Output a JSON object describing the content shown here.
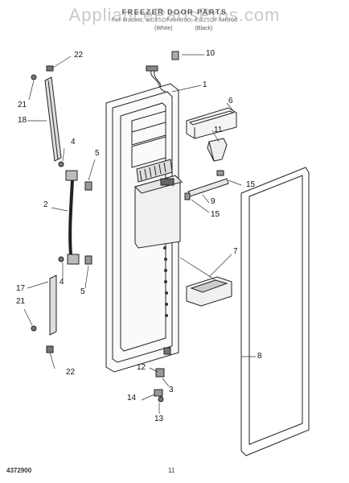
{
  "watermark": "AppliancePartsPros.com",
  "header": {
    "title": "FREEZER DOOR PARTS",
    "subtitle": "For Models: ED25DFXHW00, ED25DFXHB00",
    "variants": [
      "(White)",
      "(Black)"
    ]
  },
  "callouts": {
    "c1": "1",
    "c2": "2",
    "c3": "3",
    "c4a": "4",
    "c4b": "4",
    "c5a": "5",
    "c5b": "5",
    "c6": "6",
    "c7": "7",
    "c8": "8",
    "c9": "9",
    "c10": "10",
    "c11": "11",
    "c12": "12",
    "c13": "13",
    "c14": "14",
    "c15a": "15",
    "c15b": "15",
    "c17": "17",
    "c18": "18",
    "c21a": "21",
    "c21b": "21",
    "c22a": "22",
    "c22b": "22"
  },
  "footer": {
    "doc_number": "4372900",
    "page_number": "11"
  }
}
